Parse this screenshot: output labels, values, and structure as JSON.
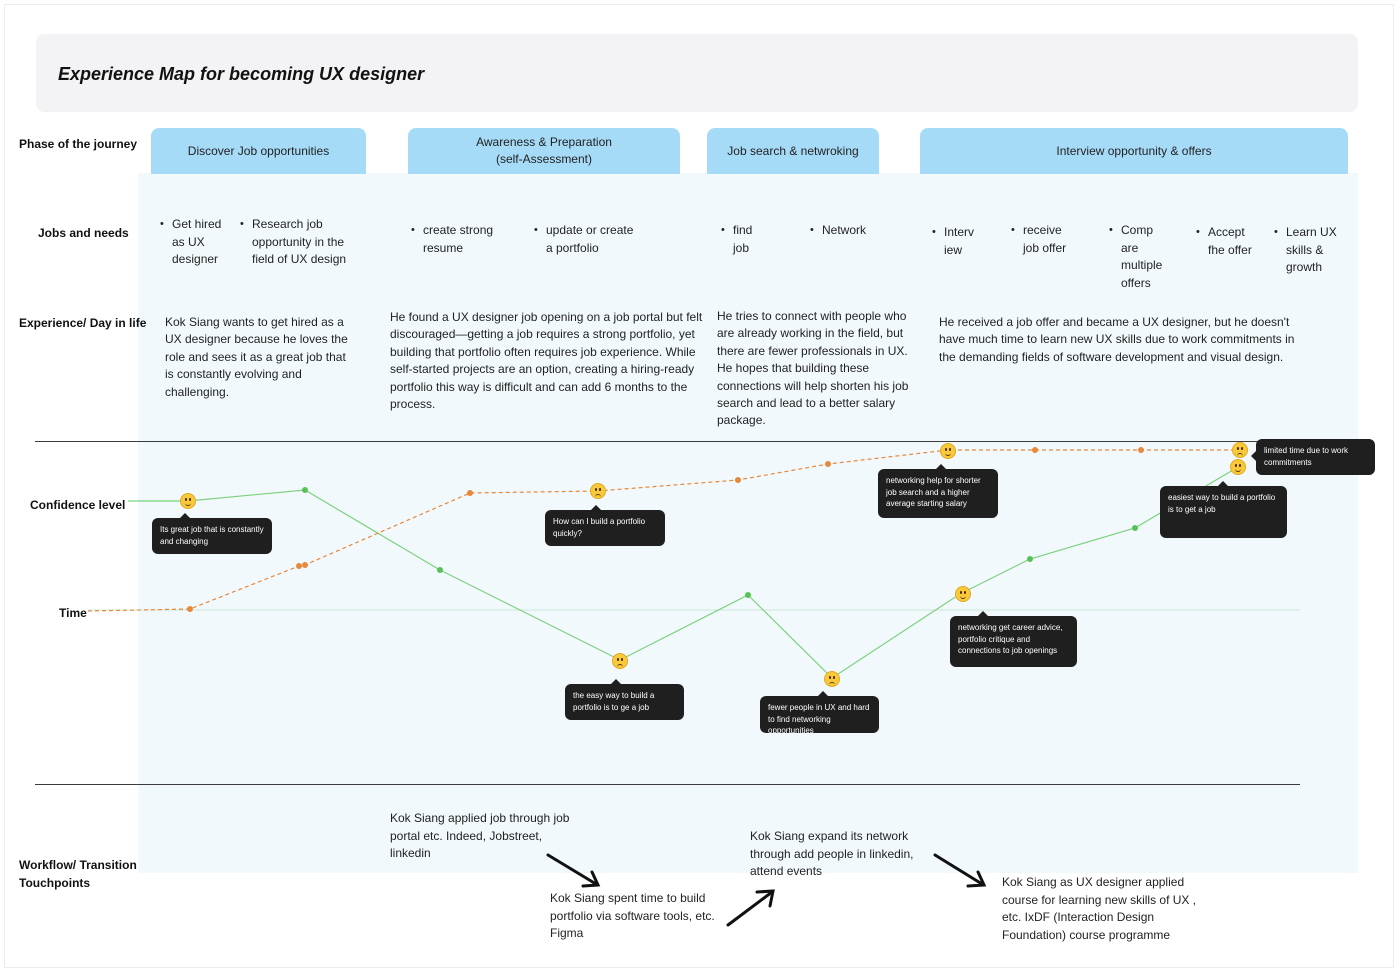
{
  "title": "Experience Map for becoming UX designer",
  "labels": {
    "phase": "Phase of the journey",
    "jobs": "Jobs and needs",
    "experience": "Experience/ Day in life",
    "confidence": "Confidence level",
    "time": "Time",
    "workflow": "Workflow/ Transition\nTouchpoints"
  },
  "phases": [
    "Discover Job opportunities",
    "Awareness & Preparation\n(self-Assessment)",
    "Job search & netwroking",
    "Interview opportunity & offers"
  ],
  "jobs": [
    "Get hired\nas UX\ndesigner",
    "Research job\nopportunity in the\nfield of UX design",
    "create strong\nresume",
    "update or create\na portfolio",
    "find\njob",
    "Network",
    "Interv\niew",
    "receive\njob offer",
    "Comp\nare\nmultiple\noffers",
    "Accept\nfhe offer",
    "Learn UX\nskills &\ngrowth"
  ],
  "experiences": [
    "Kok Siang wants to get hired as a UX designer because he loves the role and sees it as a great job that is constantly evolving and challenging.",
    "He found a UX designer job opening on a job portal but felt discouraged—getting a job requires a strong portfolio, yet building that portfolio often requires job experience. While self-started projects are an option, creating a hiring-ready portfolio this way is difficult and can add 6 months to the process.",
    "He tries to connect with people who are already working in the field, but there are fewer professionals in UX. He hopes that building these connections will help shorten his job search and lead to a better salary package.",
    "He received a job offer and became a UX designer, but he doesn't have much time to learn new UX skills due to work commitments in the demanding fields of software development and visual design."
  ],
  "tooltips": [
    "Its great job that is constantly and changing",
    "How can I build a portfolio quickly?",
    "networking help for shorter job search and a higher average starting salary",
    "limited time due to work commitments",
    "easiest way to build a portfolio is to get a job",
    "the easy way to build a portfolio is to ge a job",
    "fewer people in UX and hard to find networking opportunities",
    "networking get career advice, portfolio critique and connections to job openings"
  ],
  "workflow": [
    "Kok Siang applied job through job portal etc. Indeed, Jobstreet, linkedin",
    "Kok Siang spent time to build portfolio via software tools, etc. Figma",
    "Kok Siang expand its network through add people in linkedin, attend events",
    "Kok Siang as UX designer applied course for learning new skills of UX , etc. IxDF (Interaction Design Foundation) course programme"
  ],
  "colors": {
    "phase": "#a6dbf8",
    "panel": "#f2f9fd",
    "green_line": "#7dd17d",
    "orange_line": "#e8883a",
    "tooltip": "#1f1f1f",
    "face": "#f9c93b"
  }
}
